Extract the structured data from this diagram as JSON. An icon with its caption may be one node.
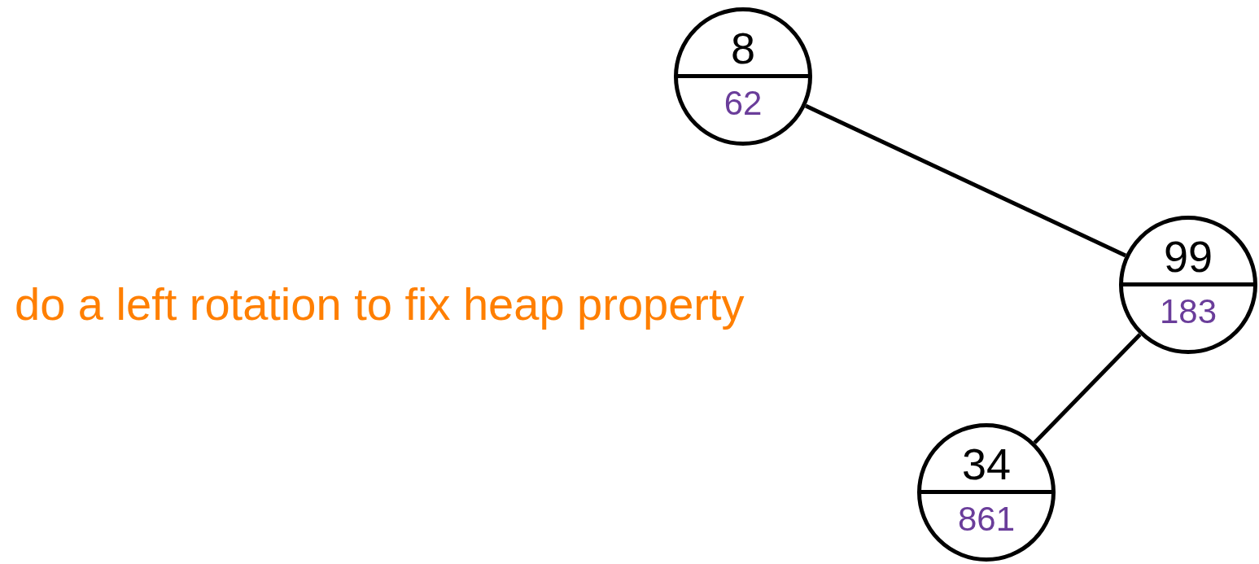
{
  "diagram": {
    "nodes": [
      {
        "text": [
          "8",
          "62"
        ]
      },
      {
        "text": [
          "99",
          "183"
        ]
      },
      {
        "text": [
          "34",
          "861"
        ]
      }
    ],
    "edges": [
      {
        "from": 0,
        "to": 1,
        "arrow": "none"
      },
      {
        "from": 1,
        "to": 2,
        "arrow": "none"
      }
    ],
    "labels": [
      "do a left rotation to fix heap property"
    ]
  }
}
